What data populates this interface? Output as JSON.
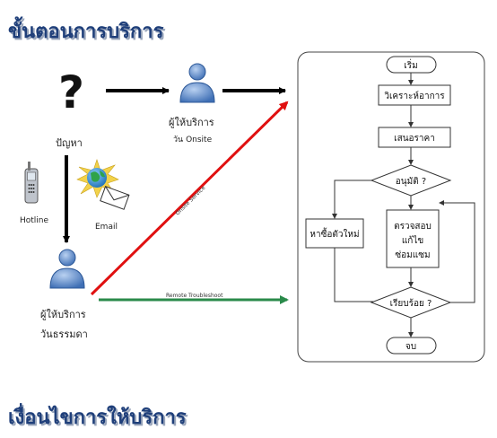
{
  "headings": {
    "top": "ขั้นตอนการบริการ",
    "bottom": "เงื่อนไขการให้บริการ"
  },
  "left": {
    "question_mark": "?",
    "problem_label": "ปัญหา",
    "hotline_label": "Hotline",
    "email_label": "Email",
    "onsite_provider": "ผู้ให้บริการ",
    "onsite_day": "วัน Onsite",
    "regular_provider": "ผู้ให้บริการ",
    "regular_day": "วันธรรมดา",
    "onsite_service_label": "Onsite Service",
    "remote_label": "Remote Troubleshoot"
  },
  "flow": {
    "start": "เริ่ม",
    "analyze": "วิเคราะห์อาการ",
    "quote": "เสนอราคา",
    "approve": "อนุมัติ ?",
    "find_new": "หาซื้อตัวใหม่",
    "inspect_1": "ตรวจสอบ",
    "inspect_2": "แก้ไข",
    "inspect_3": "ซ่อมแซม",
    "done_check": "เรียบร้อย ?",
    "end": "จบ"
  },
  "colors": {
    "heading": "#1f3f7a",
    "onsite_arrow": "#e01010",
    "remote_arrow": "#2a8a4a",
    "person": "#5b87c7"
  }
}
